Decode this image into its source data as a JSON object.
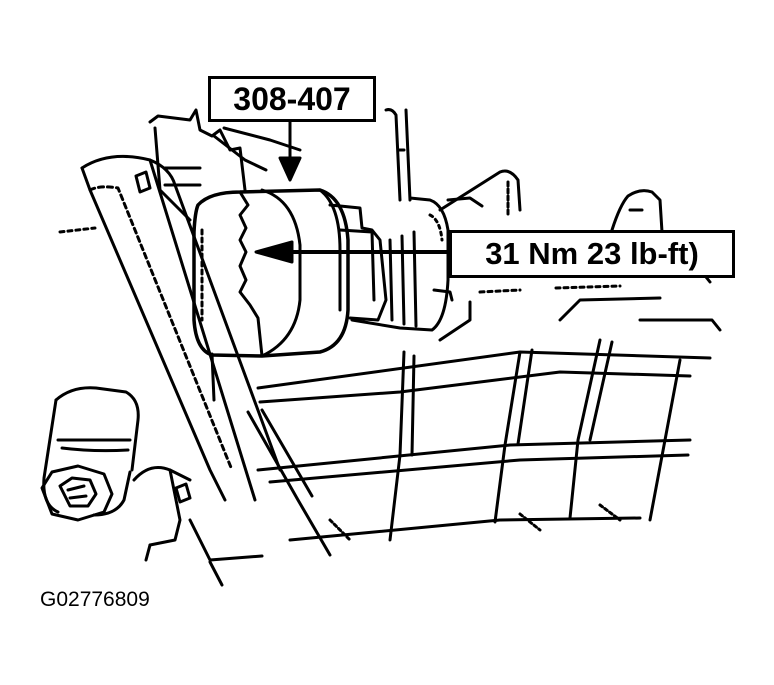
{
  "callouts": {
    "tool_number": "308-407",
    "torque_spec": "31 Nm 23 lb-ft)"
  },
  "figure_id": "G02776809",
  "colors": {
    "line": "#000000",
    "background": "#ffffff"
  }
}
